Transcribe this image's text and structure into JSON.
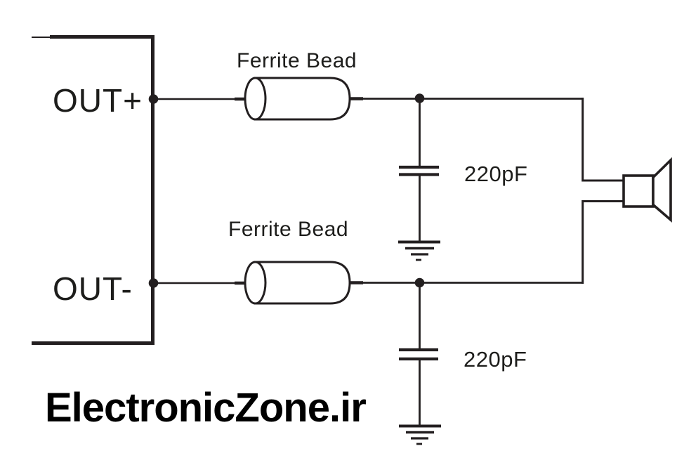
{
  "colors": {
    "background": "#ffffff",
    "line": "#231f20",
    "text": "#1d1d1b"
  },
  "schematic": {
    "outputs": {
      "positive": "OUT+",
      "negative": "OUT-"
    },
    "components": {
      "ferrite_bead_top": {
        "label": "Ferrite Bead"
      },
      "ferrite_bead_bottom": {
        "label": "Ferrite Bead"
      },
      "capacitor_top": {
        "value": "220pF"
      },
      "capacitor_bottom": {
        "value": "220pF"
      }
    },
    "icons": {
      "speaker": "speaker-icon"
    }
  },
  "watermark": {
    "text": "ElectronicZone.ir"
  }
}
